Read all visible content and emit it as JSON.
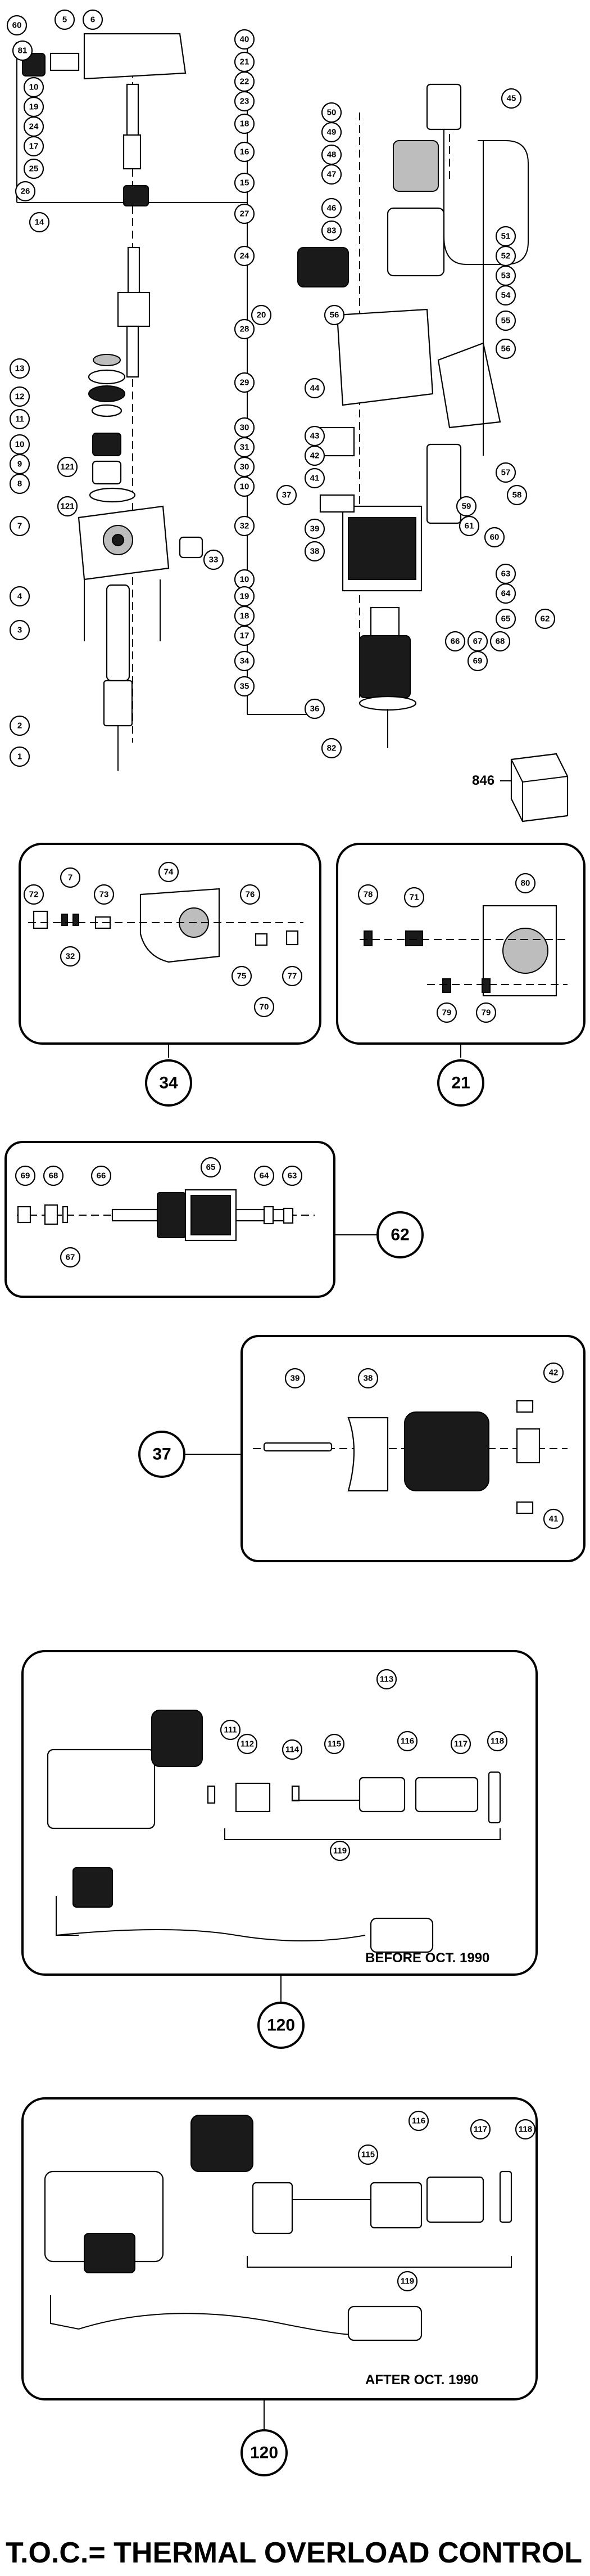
{
  "parts_main": [
    "60",
    "5",
    "6",
    "40",
    "81",
    "21",
    "10",
    "22",
    "19",
    "23",
    "24",
    "18",
    "17",
    "16",
    "25",
    "15",
    "26",
    "27",
    "14",
    "24",
    "20",
    "28",
    "13",
    "29",
    "12",
    "11",
    "30",
    "10",
    "31",
    "9",
    "121",
    "30",
    "8",
    "10",
    "121",
    "32",
    "7",
    "33",
    "10",
    "4",
    "19",
    "18",
    "3",
    "17",
    "34",
    "35",
    "2",
    "1",
    "36",
    "82",
    "50",
    "49",
    "45",
    "48",
    "47",
    "46",
    "51",
    "83",
    "52",
    "53",
    "54",
    "56",
    "55",
    "56",
    "44",
    "43",
    "42",
    "41",
    "57",
    "58",
    "37",
    "39",
    "38",
    "59",
    "61",
    "60",
    "63",
    "64",
    "65",
    "62",
    "66",
    "67",
    "68",
    "69"
  ],
  "box_code": "846",
  "detail_34": {
    "hub": "34",
    "parts": [
      "72",
      "7",
      "73",
      "74",
      "76",
      "32",
      "75",
      "77",
      "70"
    ]
  },
  "detail_21": {
    "hub": "21",
    "parts": [
      "78",
      "71",
      "80",
      "79",
      "79"
    ]
  },
  "detail_62": {
    "hub": "62",
    "parts": [
      "69",
      "68",
      "66",
      "65",
      "64",
      "63",
      "67"
    ]
  },
  "detail_37": {
    "hub": "37",
    "parts": [
      "39",
      "38",
      "42",
      "41"
    ]
  },
  "detail_before": {
    "hub": "120",
    "caption": "BEFORE OCT. 1990",
    "parts": [
      "113",
      "111",
      "112",
      "114",
      "115",
      "116",
      "117",
      "118",
      "119"
    ]
  },
  "detail_after": {
    "hub": "120",
    "caption": "AFTER OCT. 1990",
    "parts": [
      "116",
      "117",
      "118",
      "115",
      "119"
    ]
  },
  "footer": "T.O.C.= THERMAL OVERLOAD CONTROL"
}
